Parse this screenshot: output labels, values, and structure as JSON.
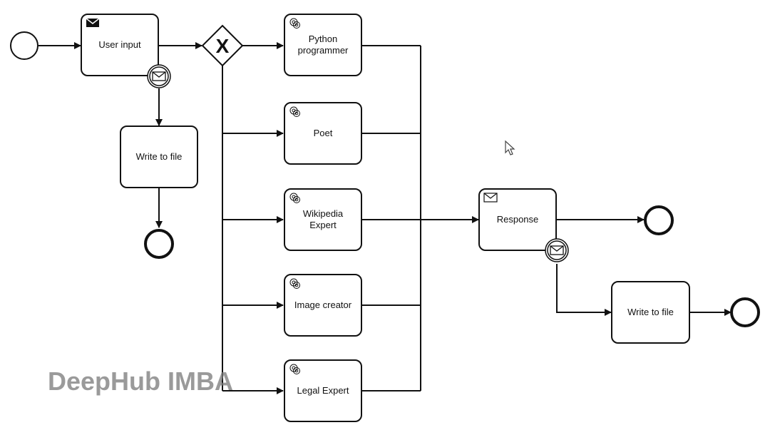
{
  "diagram": {
    "tasks": {
      "user_input": "User input",
      "write_to_file_1": "Write to file",
      "python_programmer": "Python\nprogrammer",
      "poet": "Poet",
      "wikipedia_expert": "Wikipedia\nExpert",
      "image_creator": "Image creator",
      "legal_expert": "Legal Expert",
      "response": "Response",
      "write_to_file_2": "Write to file"
    },
    "gateway_symbol": "X",
    "icons": {
      "user_input_marker": "envelope-filled-icon",
      "service_marker": "gear-icon",
      "response_marker": "envelope-outline-icon",
      "boundary": "envelope-outline-icon",
      "cursor": "mouse-cursor-icon"
    }
  },
  "watermark": "DeepHub IMBA"
}
